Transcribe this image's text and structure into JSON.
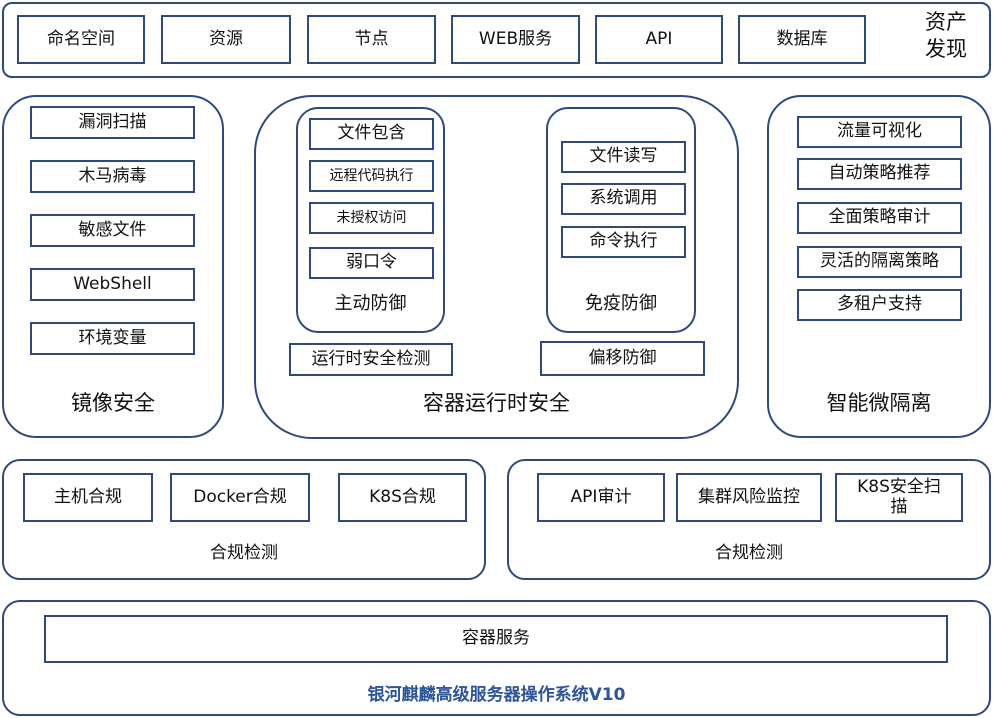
{
  "asset_discovery": {
    "title": "资产\n发现",
    "items": [
      "命名空间",
      "资源",
      "节点",
      "WEB服务",
      "API",
      "数据库"
    ]
  },
  "image_security": {
    "title": "镜像安全",
    "items": [
      "漏洞扫描",
      "木马病毒",
      "敏感文件",
      "WebShell",
      "环境变量"
    ]
  },
  "runtime_security": {
    "title": "容器运行时安全",
    "active_defense": {
      "title": "主动防御",
      "items": [
        "文件包含",
        "远程代码执行",
        "未授权访问",
        "弱口令"
      ]
    },
    "immune_defense": {
      "title": "免疫防御",
      "items": [
        "文件读写",
        "系统调用",
        "命令执行"
      ]
    },
    "runtime_detection": "运行时安全检测",
    "drift_defense": "偏移防御"
  },
  "micro_isolation": {
    "title": "智能微隔离",
    "items": [
      "流量可视化",
      "自动策略推荐",
      "全面策略审计",
      "灵活的隔离策略",
      "多租户支持"
    ]
  },
  "compliance_left": {
    "title": "合规检测",
    "items": [
      "主机合规",
      "Docker合规",
      "K8S合规"
    ]
  },
  "compliance_right": {
    "title": "合规检测",
    "items": [
      "API审计",
      "集群风险监控",
      "K8S安全扫\n描"
    ]
  },
  "base": {
    "container_service": "容器服务",
    "os_name": "银河麒麟高级服务器操作系统V10"
  },
  "colors": {
    "border": "#2e4a7d",
    "os_text": "#2e5597"
  }
}
